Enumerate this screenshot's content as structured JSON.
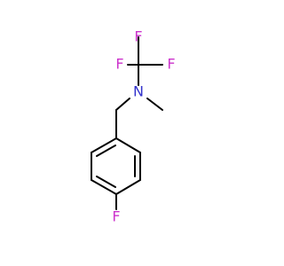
{
  "colors": {
    "bond": "#000000",
    "fluorine": "#cc33cc",
    "nitrogen": "#3333cc",
    "background": "#ffffff"
  },
  "atoms": {
    "f_top": "F",
    "f_left": "F",
    "f_right": "F",
    "n": "N",
    "f_ring": "F"
  }
}
